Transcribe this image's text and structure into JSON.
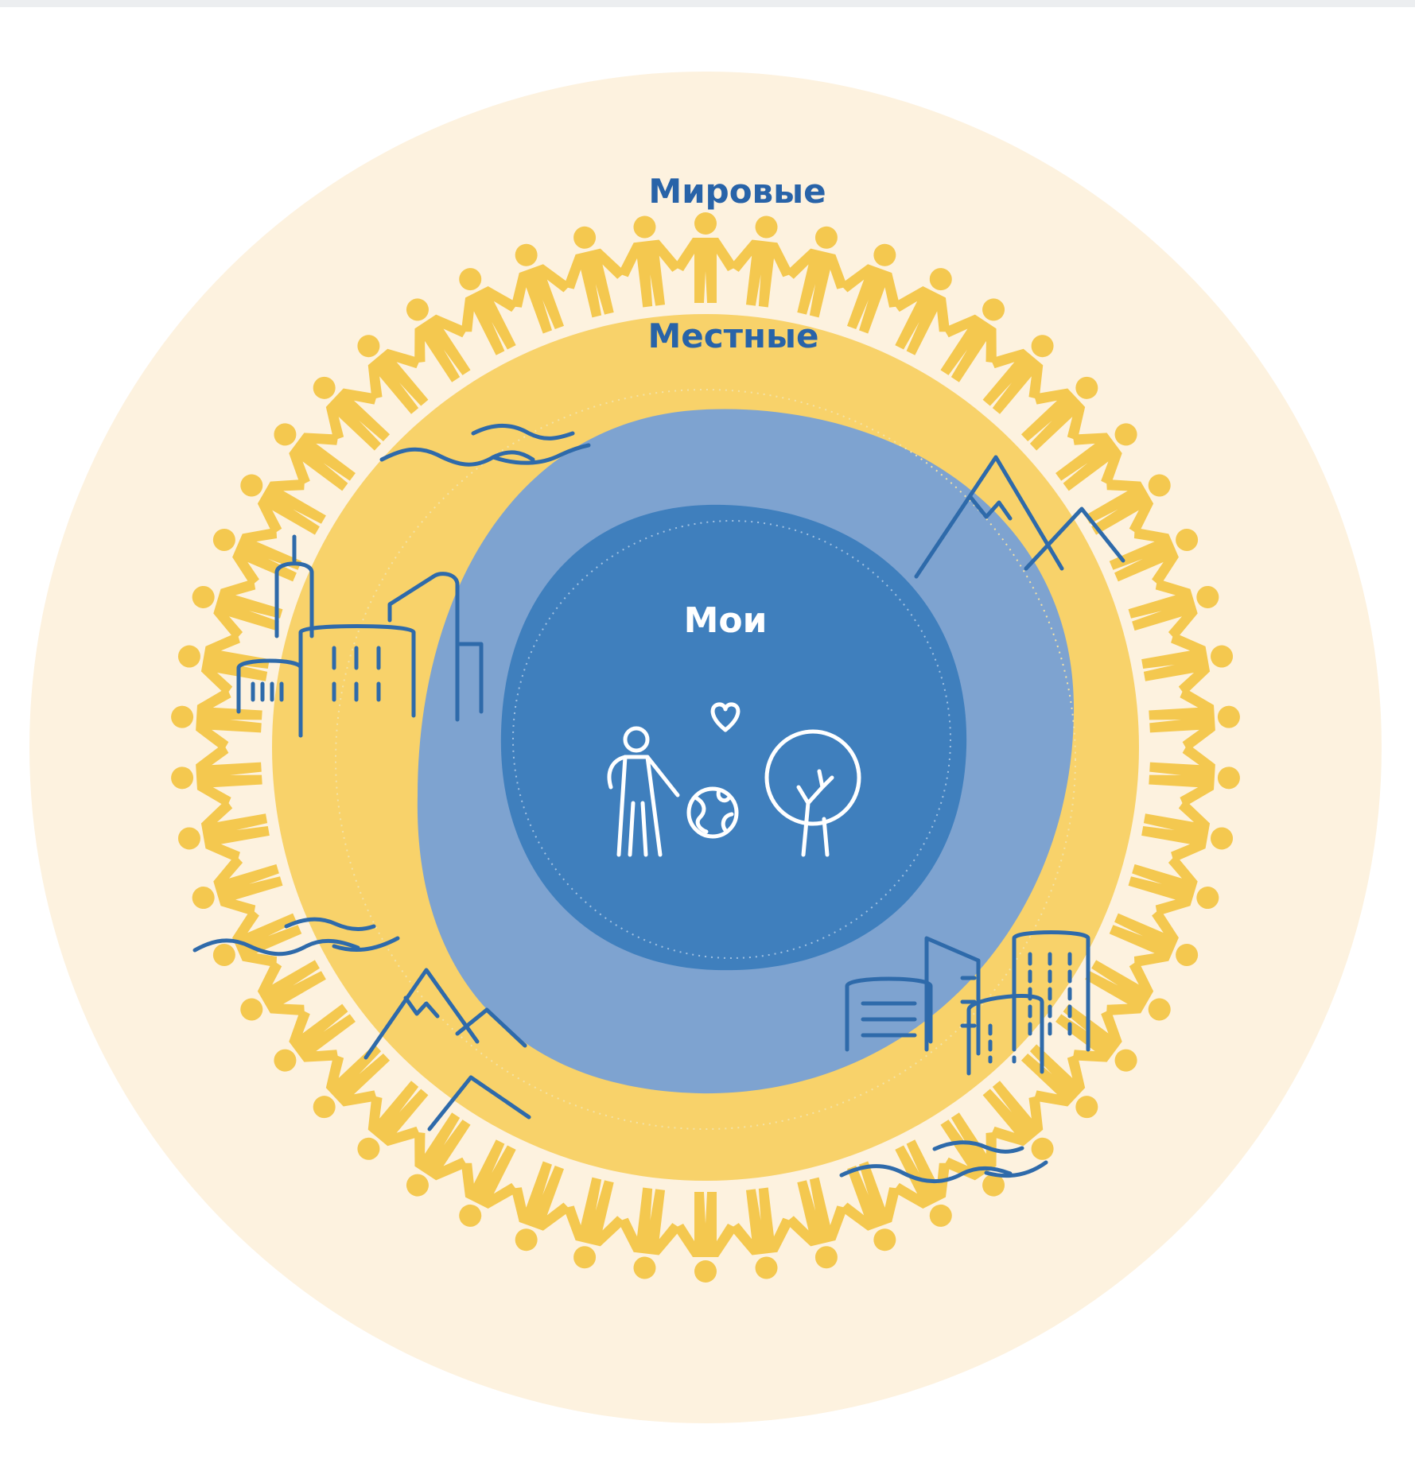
{
  "diagram": {
    "rings": [
      {
        "id": "world",
        "label": "Мировые"
      },
      {
        "id": "local",
        "label": "Местные"
      },
      {
        "id": "mine",
        "label": "Мои"
      }
    ],
    "icons": [
      "person-icon",
      "heart-icon",
      "globe-icon",
      "tree-icon",
      "city-icon",
      "mountain-icon",
      "wave-icon",
      "people-chain-icon"
    ]
  },
  "colors": {
    "outer_ring": "#fdf2df",
    "local_ring": "#f8d26a",
    "people": "#f4c84f",
    "mid_ring": "#7ea3d0",
    "core": "#3f7fbd",
    "text_dark": "#2863a8",
    "line": "#2e6aaa",
    "white": "#ffffff"
  }
}
